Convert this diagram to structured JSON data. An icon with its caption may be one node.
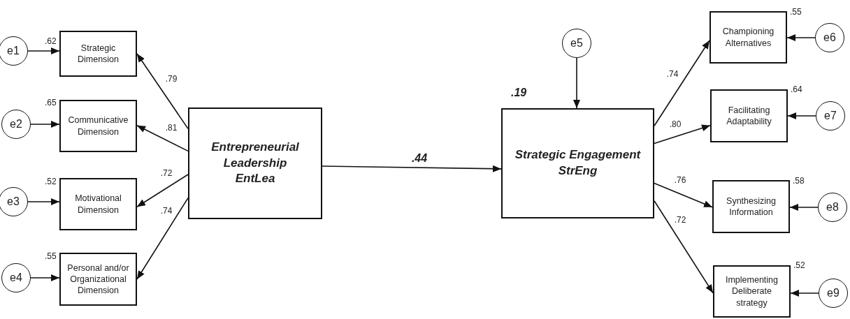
{
  "diagram": {
    "nodes": [
      {
        "text": [
          "e1"
        ]
      },
      {
        "text": [
          "Strategic Dimension"
        ],
        "beside": [
          ".62"
        ]
      },
      {
        "text": [
          "e2"
        ]
      },
      {
        "text": [
          "Communicative Dimension"
        ],
        "beside": [
          ".65"
        ]
      },
      {
        "text": [
          "e3"
        ]
      },
      {
        "text": [
          "Motivational Dimension"
        ],
        "beside": [
          ".52"
        ]
      },
      {
        "text": [
          "e4"
        ]
      },
      {
        "text": [
          "Personal and/or Organizational Dimension"
        ],
        "beside": [
          ".55"
        ]
      },
      {
        "text": [
          "Entrepreneurial Leadership",
          "EntLea"
        ]
      },
      {
        "text": [
          "e5"
        ]
      },
      {
        "text": [
          "Strategic Engagement",
          "StrEng"
        ],
        "beside": [
          ".19"
        ]
      },
      {
        "text": [
          "Championing Alternatives"
        ],
        "beside": [
          ".55"
        ]
      },
      {
        "text": [
          "e6"
        ]
      },
      {
        "text": [
          "Facilitating Adaptability"
        ],
        "beside": [
          ".64"
        ]
      },
      {
        "text": [
          "e7"
        ]
      },
      {
        "text": [
          "Synthesizing Information"
        ],
        "beside": [
          ".58"
        ]
      },
      {
        "text": [
          "e8"
        ]
      },
      {
        "text": [
          "Implementing Deliberate strategy"
        ],
        "beside": [
          ".52"
        ]
      },
      {
        "text": [
          "e9"
        ]
      }
    ],
    "edges": [
      {
        "from": 0,
        "to": 1,
        "arrow": "to"
      },
      {
        "from": 8,
        "to": 1,
        "arrow": "to",
        "label": ".79"
      },
      {
        "from": 2,
        "to": 3,
        "arrow": "to"
      },
      {
        "from": 8,
        "to": 3,
        "arrow": "to",
        "label": ".81"
      },
      {
        "from": 4,
        "to": 5,
        "arrow": "to"
      },
      {
        "from": 8,
        "to": 5,
        "arrow": "to",
        "label": ".72"
      },
      {
        "from": 6,
        "to": 7,
        "arrow": "to"
      },
      {
        "from": 8,
        "to": 7,
        "arrow": "to",
        "label": ".74"
      },
      {
        "from": 8,
        "to": 10,
        "arrow": "to",
        "label": ".44"
      },
      {
        "from": 9,
        "to": 10,
        "arrow": "to"
      },
      {
        "from": 10,
        "to": 11,
        "arrow": "to",
        "label": ".74"
      },
      {
        "from": 12,
        "to": 11,
        "arrow": "to"
      },
      {
        "from": 10,
        "to": 13,
        "arrow": "to",
        "label": ".80"
      },
      {
        "from": 14,
        "to": 13,
        "arrow": "to"
      },
      {
        "from": 10,
        "to": 15,
        "arrow": "to",
        "label": ".76"
      },
      {
        "from": 16,
        "to": 15,
        "arrow": "to"
      },
      {
        "from": 10,
        "to": 17,
        "arrow": "to",
        "label": ".72"
      },
      {
        "from": 18,
        "to": 17,
        "arrow": "to"
      }
    ]
  }
}
